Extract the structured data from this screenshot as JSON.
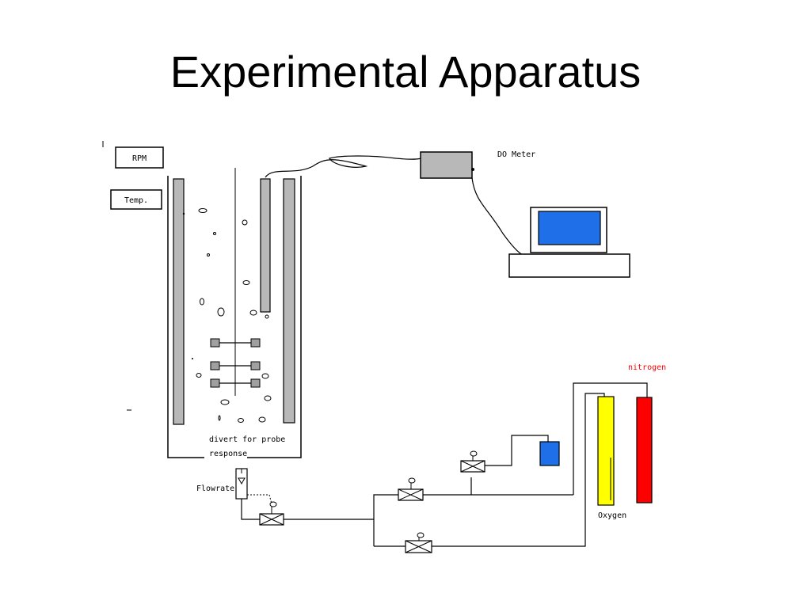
{
  "title": "Experimental Apparatus",
  "labels": {
    "rpm": "RPM",
    "temp": "Temp.",
    "do_meter": "DO Meter",
    "divert_line1": "divert for probe",
    "divert_line2": "response",
    "flowrate": "Flowrate",
    "nitrogen": "nitrogen",
    "oxygen": "Oxygen"
  },
  "colors": {
    "nitrogen_cylinder": "#ff0000",
    "oxygen_cylinder": "#ffff00",
    "screen": "#1e6fe8",
    "water_container": "#1e6fe8",
    "baffle": "#b8b8b8",
    "nitrogen_label": "#ff0000"
  }
}
